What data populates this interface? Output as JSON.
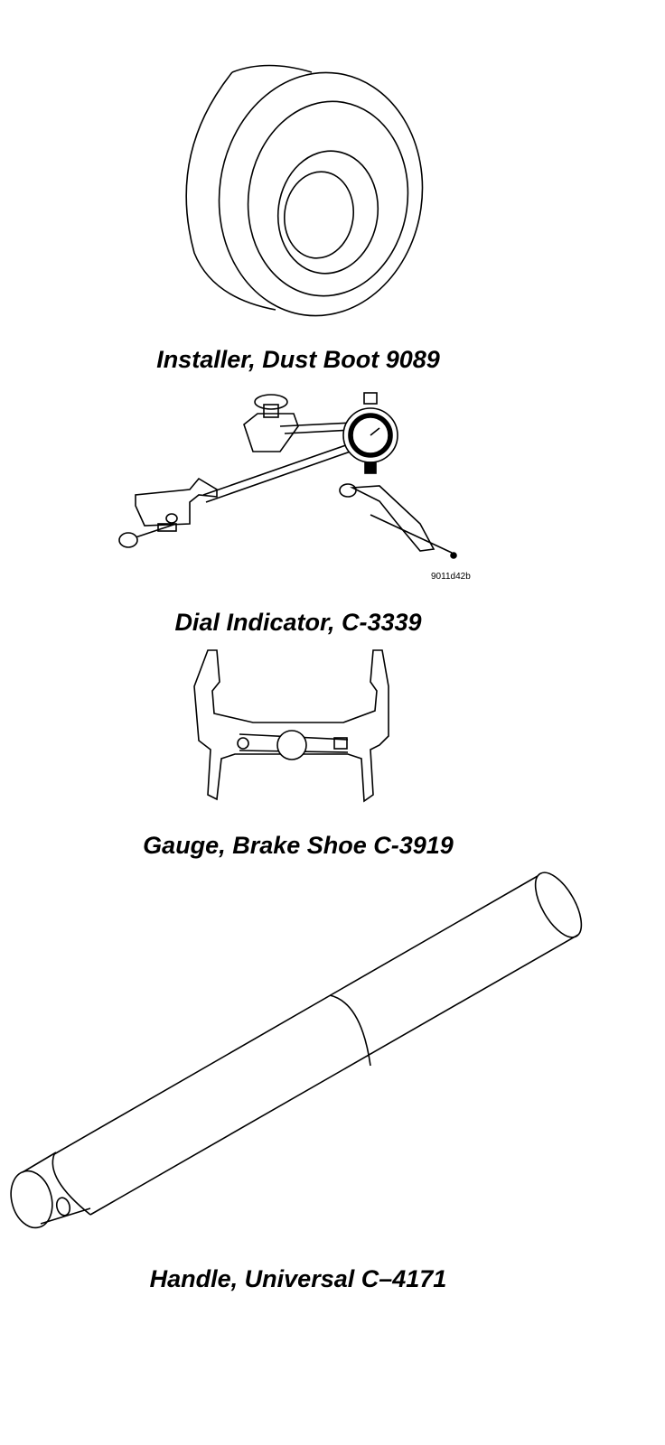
{
  "tools": [
    {
      "caption": "Installer, Dust Boot 9089"
    },
    {
      "caption": "Dial Indicator, C-3339",
      "figure_code": "9011d42b"
    },
    {
      "caption": "Gauge, Brake Shoe C-3919"
    },
    {
      "caption": "Handle, Universal C–4171"
    }
  ]
}
